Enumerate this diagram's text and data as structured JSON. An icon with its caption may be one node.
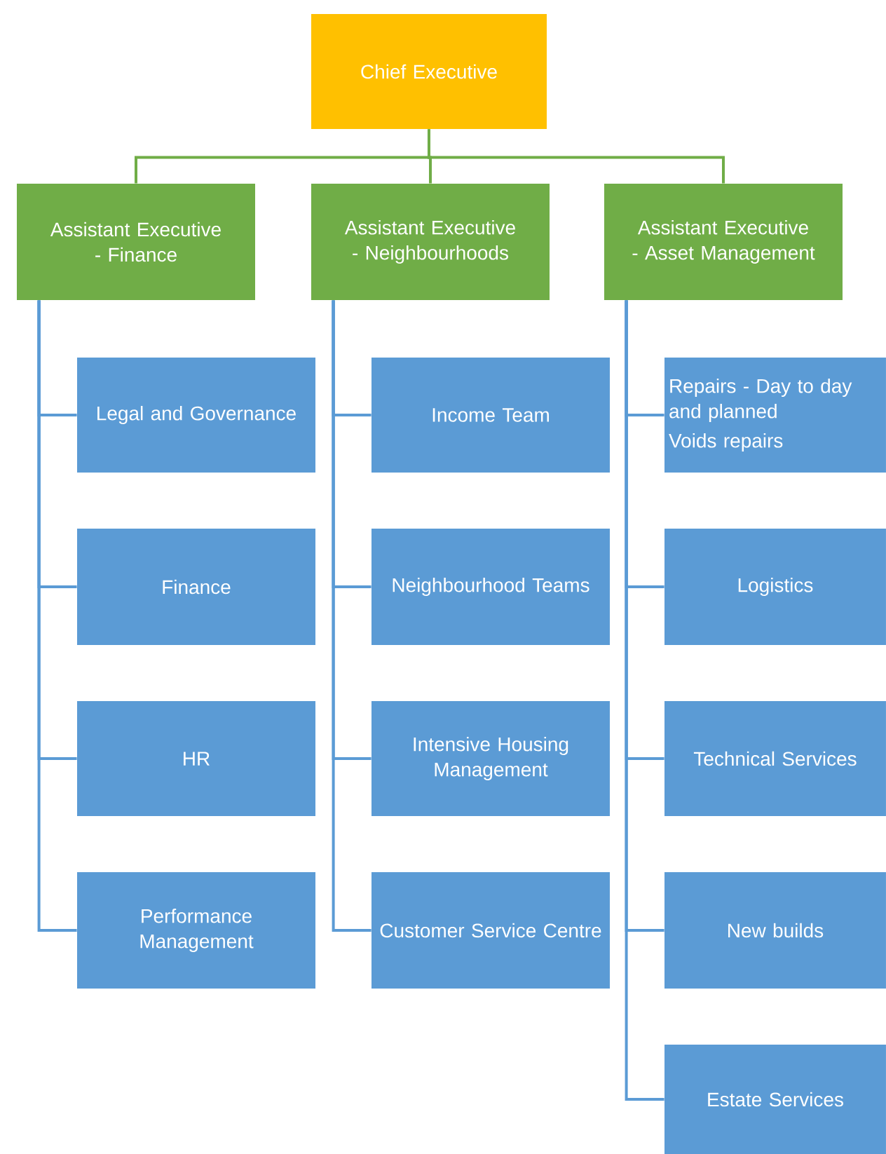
{
  "diagram": {
    "nodes": [
      {
        "text": [
          "Chief Executive"
        ]
      },
      {
        "text": [
          "Assistant Executive - Finance"
        ]
      },
      {
        "text": [
          "Assistant Executive - Neighbourhoods"
        ]
      },
      {
        "text": [
          "Assistant Executive - Asset Management"
        ]
      },
      {
        "text": [
          "Legal and Governance"
        ]
      },
      {
        "text": [
          "Finance"
        ]
      },
      {
        "text": [
          "HR"
        ]
      },
      {
        "text": [
          "Performance Management"
        ]
      },
      {
        "text": [
          "Income Team"
        ]
      },
      {
        "text": [
          "Neighbourhood Teams"
        ]
      },
      {
        "text": [
          "Intensive Housing Management"
        ]
      },
      {
        "text": [
          "Customer Service Centre"
        ]
      },
      {
        "text": [
          "Repairs - Day to day and planned",
          "Voids repairs"
        ]
      },
      {
        "text": [
          "Logistics"
        ]
      },
      {
        "text": [
          "Technical Services"
        ]
      },
      {
        "text": [
          "New builds"
        ]
      },
      {
        "text": [
          "Estate Services"
        ]
      }
    ],
    "edges": [
      {
        "from": 0,
        "to": 1,
        "arrow": "none",
        "color": "#70ad47"
      },
      {
        "from": 0,
        "to": 2,
        "arrow": "none",
        "color": "#70ad47"
      },
      {
        "from": 0,
        "to": 3,
        "arrow": "none",
        "color": "#70ad47"
      },
      {
        "from": 1,
        "to": 4,
        "arrow": "none"
      },
      {
        "from": 1,
        "to": 5,
        "arrow": "none"
      },
      {
        "from": 1,
        "to": 6,
        "arrow": "none"
      },
      {
        "from": 1,
        "to": 7,
        "arrow": "none"
      },
      {
        "from": 2,
        "to": 8,
        "arrow": "none"
      },
      {
        "from": 2,
        "to": 9,
        "arrow": "none"
      },
      {
        "from": 2,
        "to": 10,
        "arrow": "none"
      },
      {
        "from": 2,
        "to": 11,
        "arrow": "none"
      },
      {
        "from": 3,
        "to": 12,
        "arrow": "none"
      },
      {
        "from": 3,
        "to": 13,
        "arrow": "none"
      },
      {
        "from": 3,
        "to": 14,
        "arrow": "none"
      },
      {
        "from": 3,
        "to": 15,
        "arrow": "none"
      },
      {
        "from": 3,
        "to": 16,
        "arrow": "none"
      }
    ]
  }
}
